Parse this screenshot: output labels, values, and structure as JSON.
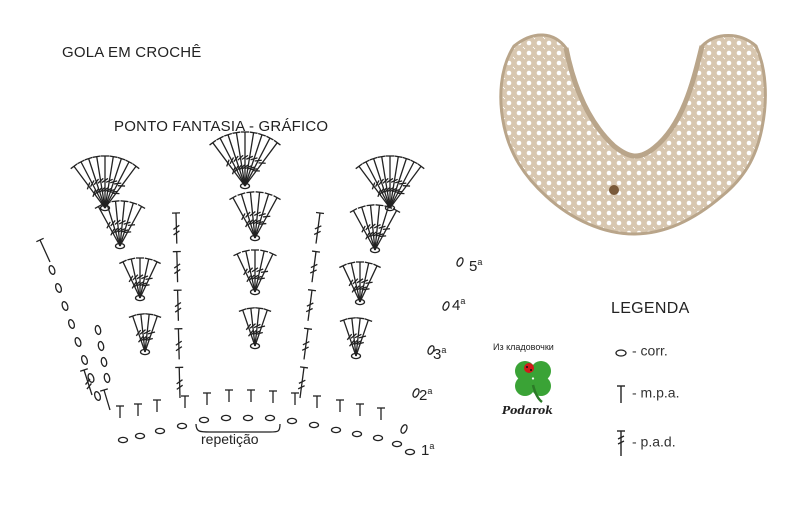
{
  "title": "GOLA EM CROCHÊ",
  "subtitle": "PONTO FANTASIA - GRÁFICO",
  "repeat_label": "repetição",
  "rows": [
    {
      "num": "1",
      "suffix": "a"
    },
    {
      "num": "2",
      "suffix": "a"
    },
    {
      "num": "3",
      "suffix": "a"
    },
    {
      "num": "4",
      "suffix": "a"
    },
    {
      "num": "5",
      "suffix": "a"
    }
  ],
  "legend": {
    "title": "LEGENDA",
    "items": [
      {
        "symbol": "oval-chain-icon",
        "label": "- corr."
      },
      {
        "symbol": "half-double-crochet-icon",
        "label": "- m.p.a."
      },
      {
        "symbol": "double-crochet-icon",
        "label": "- p.a.d."
      }
    ]
  },
  "source_caption": "Из кладовочки",
  "brand": "Podarok",
  "colors": {
    "ink": "#222222",
    "collar": "#d8c7b0",
    "collar_shadow": "#b9a58a",
    "clover": "#3aa336",
    "ladybug": "#d11a1a"
  }
}
